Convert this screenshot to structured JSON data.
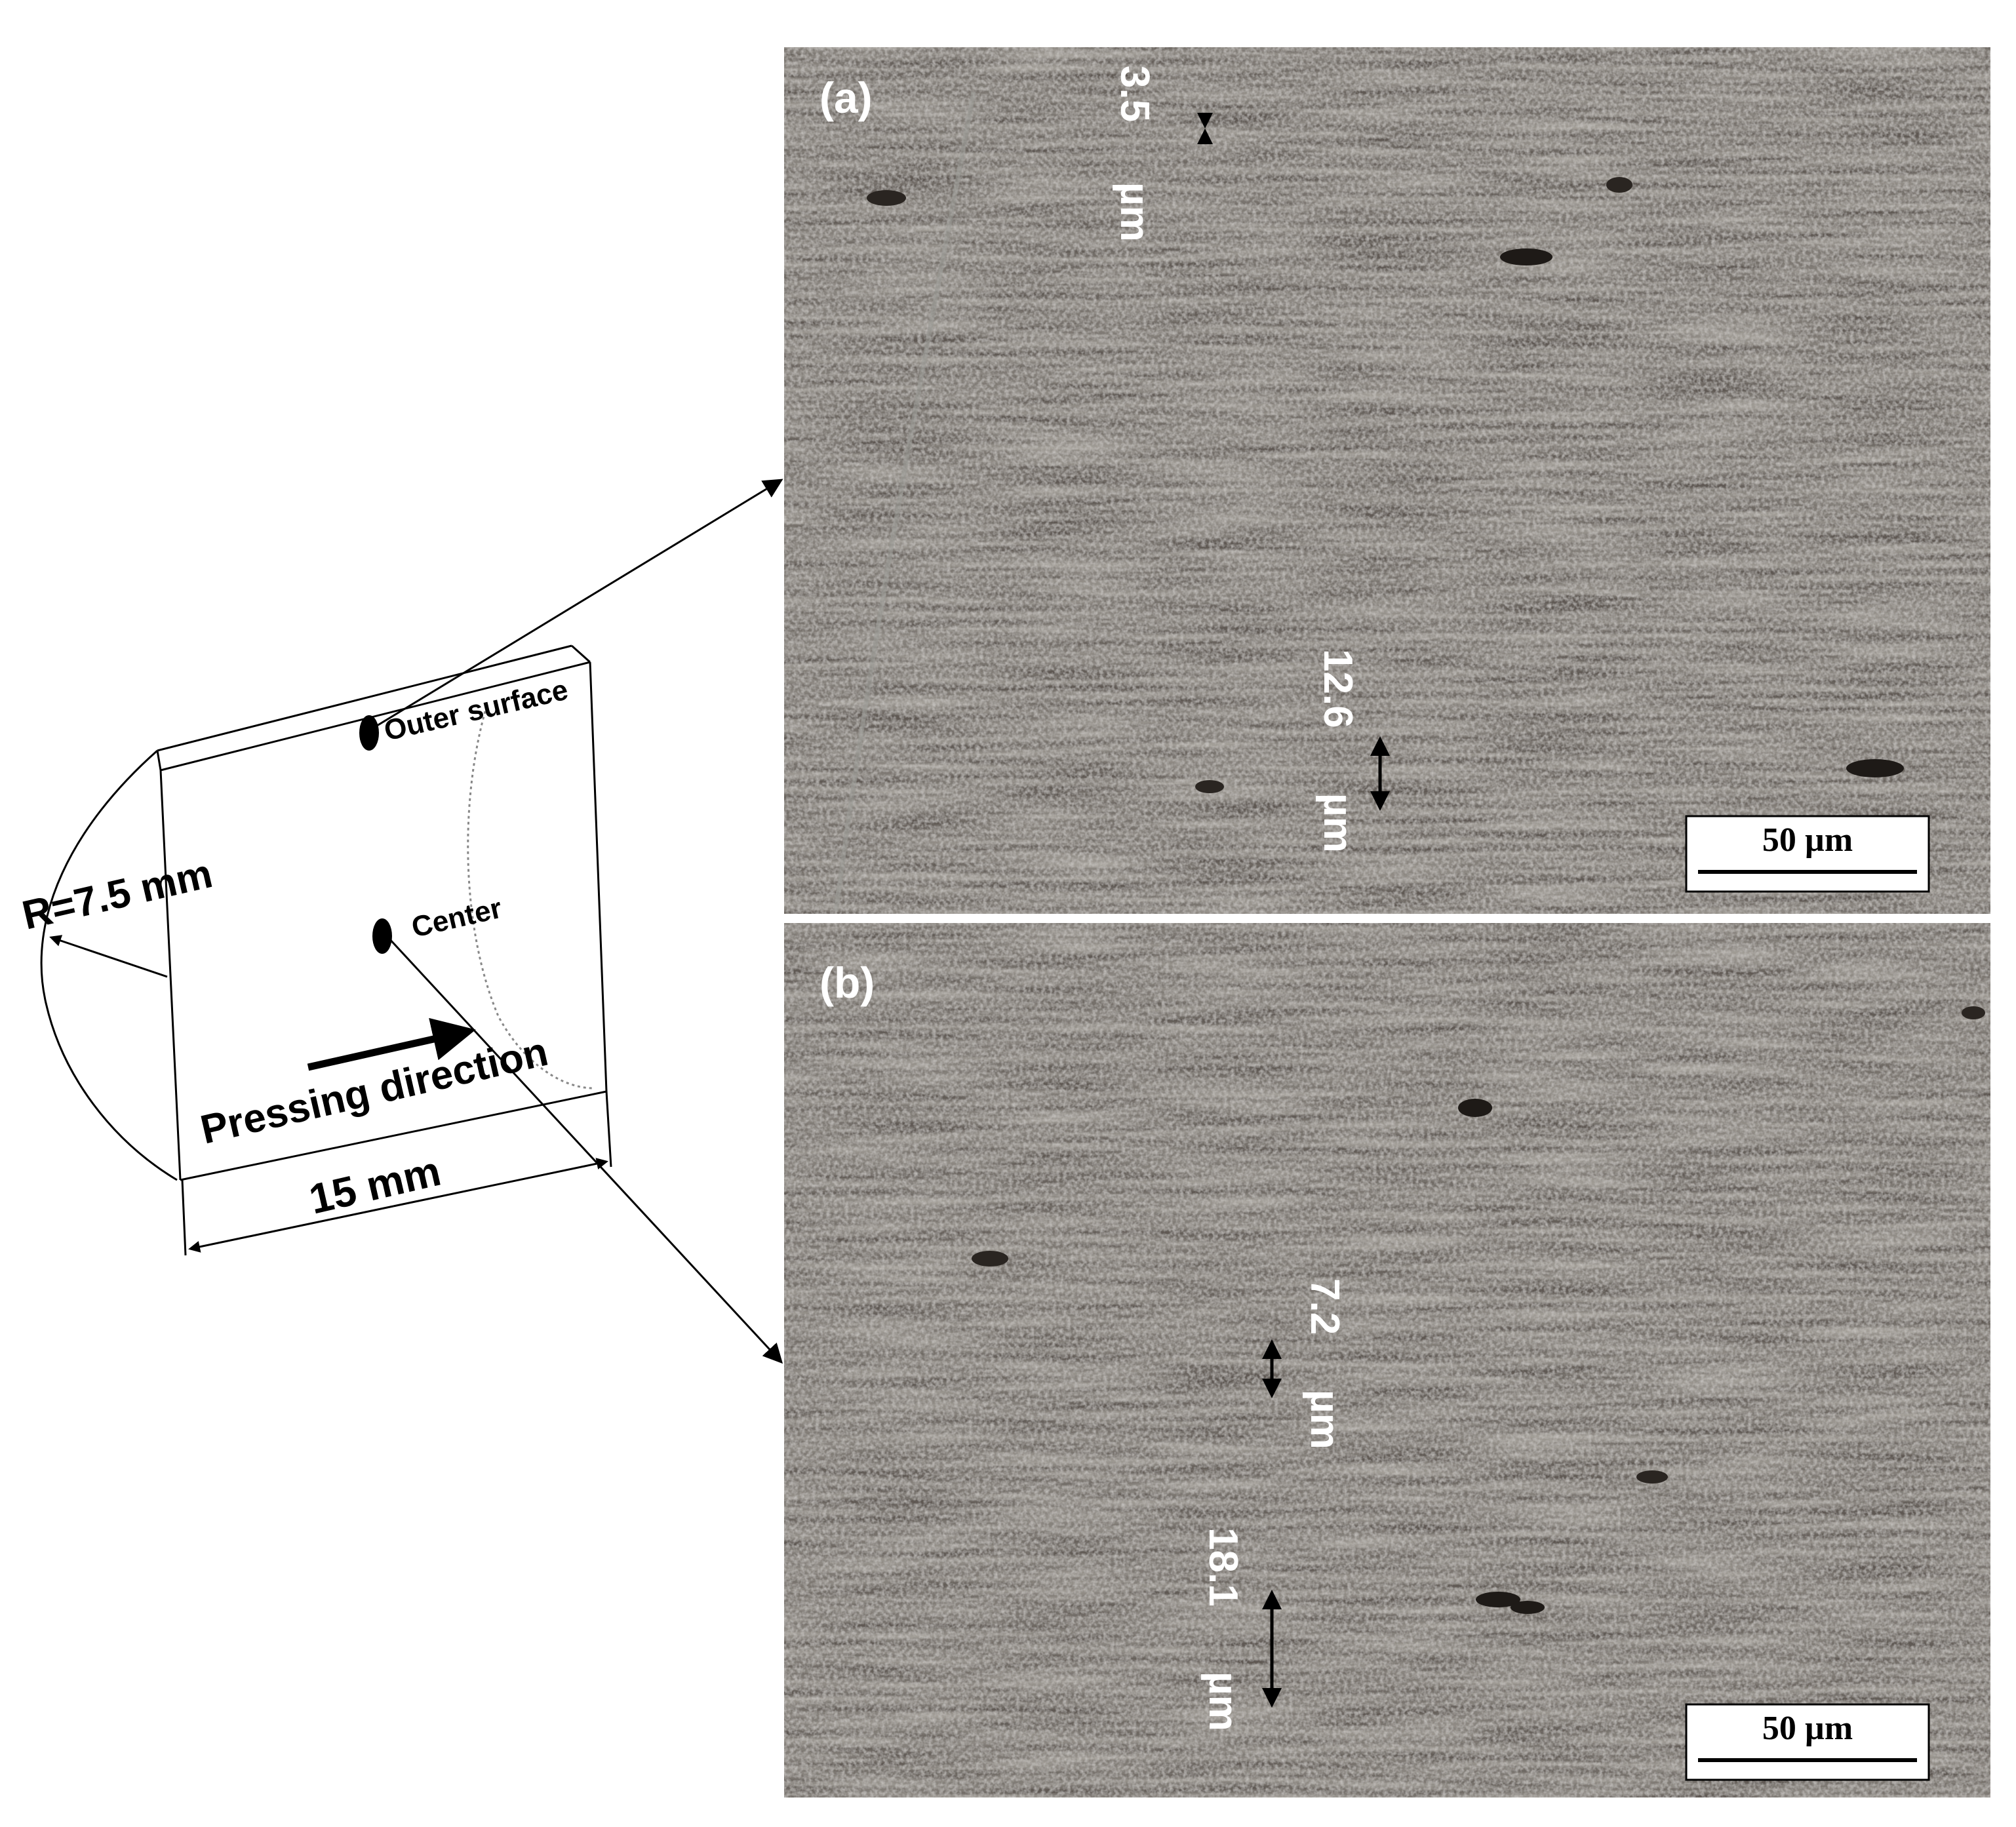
{
  "schematic": {
    "outer_surface_label": "Outer surface",
    "center_label": "Center",
    "radius_label": "R=7.5 mm",
    "pressing_direction_label": "Pressing direction",
    "width_label": "15 mm"
  },
  "panels": [
    {
      "id": "a",
      "label": "(a)",
      "scale_bar_label": "50 µm",
      "measurements": [
        {
          "value": "3.5",
          "unit": "µm"
        },
        {
          "value": "12.6",
          "unit": "µm"
        }
      ]
    },
    {
      "id": "b",
      "label": "(b)",
      "scale_bar_label": "50 µm",
      "measurements": [
        {
          "value": "7.2",
          "unit": "µm"
        },
        {
          "value": "18.1",
          "unit": "µm"
        }
      ]
    }
  ],
  "colors": {
    "micrograph_base": "#5f5852",
    "micrograph_dark": "#3e3833",
    "micrograph_light": "#8a857f",
    "annotation_text": "#ffffff",
    "line": "#000000"
  }
}
